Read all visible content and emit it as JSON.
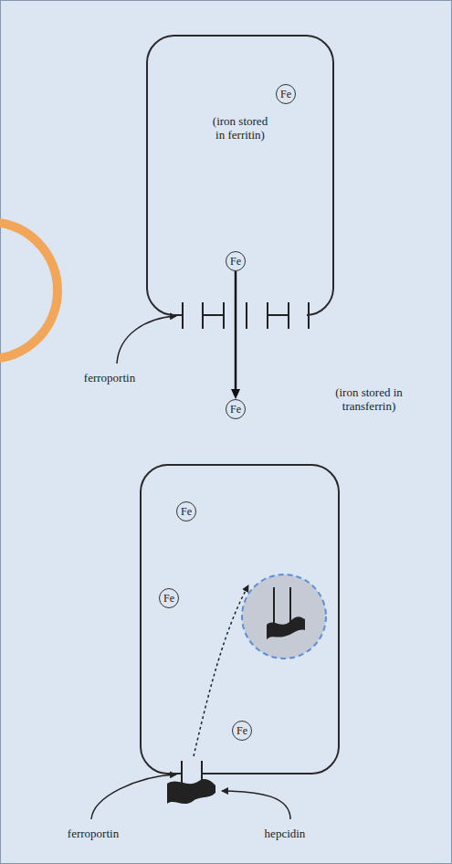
{
  "diagram": {
    "nodes": [
      {
        "text": [
          "(iron stored in ferritin)"
        ]
      },
      {
        "text": [
          "Fe"
        ],
        "in": 0
      },
      {
        "text": [
          "Fe"
        ],
        "in": 0
      },
      {
        "text": [
          "Fe"
        ]
      },
      {
        "text": []
      },
      {
        "text": [
          "Fe"
        ],
        "in": 4
      },
      {
        "text": [
          "Fe"
        ],
        "in": 4
      },
      {
        "text": [
          "Fe"
        ],
        "in": 4
      }
    ],
    "edges": [
      {
        "from": 2,
        "to": 3,
        "arrow": "to"
      }
    ],
    "labels": [
      "ferroportin",
      "(iron stored in transferrin)",
      "ferroportin",
      "hepcidin"
    ]
  }
}
